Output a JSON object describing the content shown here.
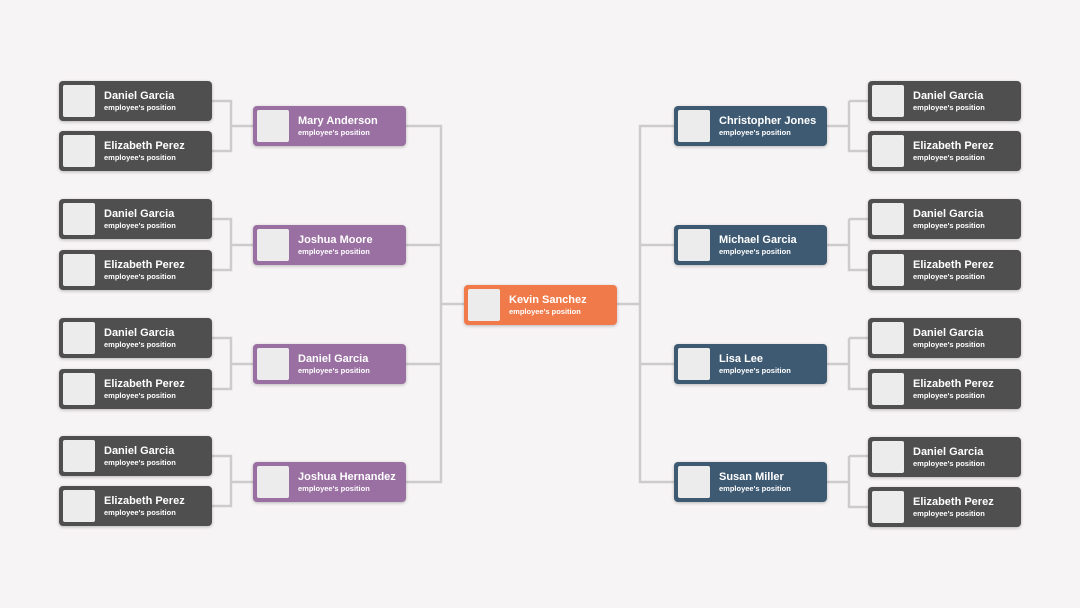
{
  "root": {
    "name": "Kevin Sanchez",
    "position": "employee's position"
  },
  "left": [
    {
      "name": "Mary Anderson",
      "position": "employee's position",
      "reports": [
        {
          "name": "Daniel Garcia",
          "position": "employee's position"
        },
        {
          "name": "Elizabeth Perez",
          "position": "employee's position"
        }
      ]
    },
    {
      "name": "Joshua Moore",
      "position": "employee's position",
      "reports": [
        {
          "name": "Daniel Garcia",
          "position": "employee's position"
        },
        {
          "name": "Elizabeth Perez",
          "position": "employee's position"
        }
      ]
    },
    {
      "name": "Daniel Garcia",
      "position": "employee's position",
      "reports": [
        {
          "name": "Daniel Garcia",
          "position": "employee's position"
        },
        {
          "name": "Elizabeth Perez",
          "position": "employee's position"
        }
      ]
    },
    {
      "name": "Joshua Hernandez",
      "position": "employee's position",
      "reports": [
        {
          "name": "Daniel Garcia",
          "position": "employee's position"
        },
        {
          "name": "Elizabeth Perez",
          "position": "employee's position"
        }
      ]
    }
  ],
  "right": [
    {
      "name": "Christopher Jones",
      "position": "employee's position",
      "reports": [
        {
          "name": "Daniel Garcia",
          "position": "employee's position"
        },
        {
          "name": "Elizabeth Perez",
          "position": "employee's position"
        }
      ]
    },
    {
      "name": "Michael Garcia",
      "position": "employee's position",
      "reports": [
        {
          "name": "Daniel Garcia",
          "position": "employee's position"
        },
        {
          "name": "Elizabeth Perez",
          "position": "employee's position"
        }
      ]
    },
    {
      "name": "Lisa Lee",
      "position": "employee's position",
      "reports": [
        {
          "name": "Daniel Garcia",
          "position": "employee's position"
        },
        {
          "name": "Elizabeth Perez",
          "position": "employee's position"
        }
      ]
    },
    {
      "name": "Susan Miller",
      "position": "employee's position",
      "reports": [
        {
          "name": "Daniel Garcia",
          "position": "employee's position"
        },
        {
          "name": "Elizabeth Perez",
          "position": "employee's position"
        }
      ]
    }
  ],
  "colors": {
    "background": "#f7f4f5",
    "leaf": "#4f4f4f",
    "left_manager": "#9a6fa2",
    "right_manager": "#3e5a73",
    "root": "#f07a4a",
    "connector": "#cccccc",
    "avatar": "#ececec"
  }
}
